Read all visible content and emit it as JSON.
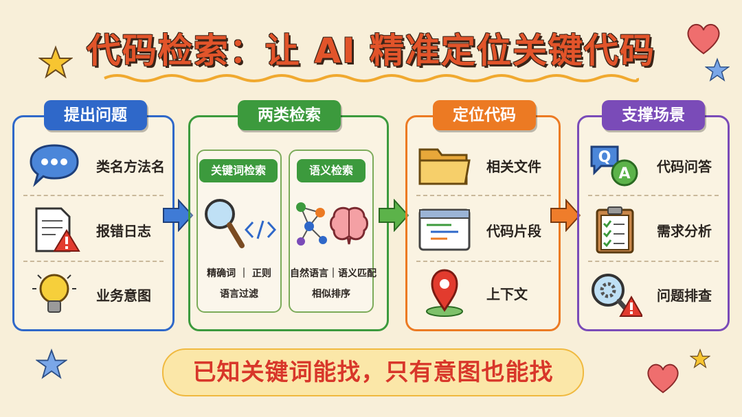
{
  "title": "代码检索：让 AI 精准定位关键代码",
  "panels": [
    {
      "tag": "提出问题",
      "items": [
        "类名方法名",
        "报错日志",
        "业务意图"
      ]
    },
    {
      "tag": "两类检索",
      "sub": [
        {
          "tag": "关键词检索",
          "line1": "精确词 ｜ 正则",
          "line2": "语言过滤"
        },
        {
          "tag": "语义检索",
          "line1": "自然语言｜语义匹配",
          "line2": "相似排序"
        }
      ]
    },
    {
      "tag": "定位代码",
      "items": [
        "相关文件",
        "代码片段",
        "上下文"
      ]
    },
    {
      "tag": "支撑场景",
      "items": [
        "代码问答",
        "需求分析",
        "问题排查"
      ]
    }
  ],
  "banner": "已知关键词能找，只有意图也能找",
  "colors": {
    "blue": "#2f68c9",
    "green": "#3c9a3d",
    "orange": "#ec7a23",
    "purple": "#7a4bb8",
    "red": "#d8372a"
  }
}
